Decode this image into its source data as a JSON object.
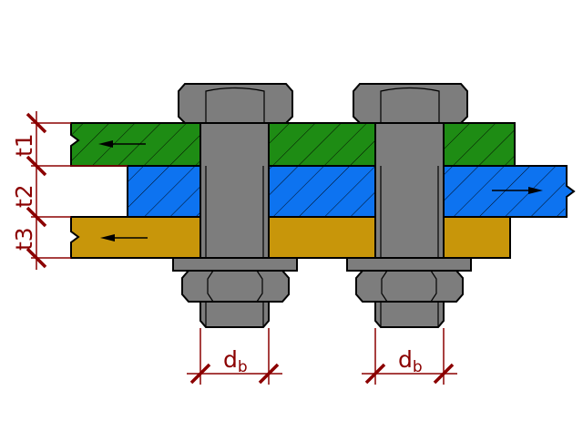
{
  "labels": {
    "t1": "t1",
    "t2": "t2",
    "t3": "t3",
    "db_main": "d",
    "db_sub": "b"
  },
  "colors": {
    "plate_top": "#1e8c14",
    "plate_middle": "#0d73f0",
    "plate_bottom": "#c8960a",
    "bolt": "#7d7d7d",
    "dimension": "#8b0000",
    "outline": "#000000"
  }
}
